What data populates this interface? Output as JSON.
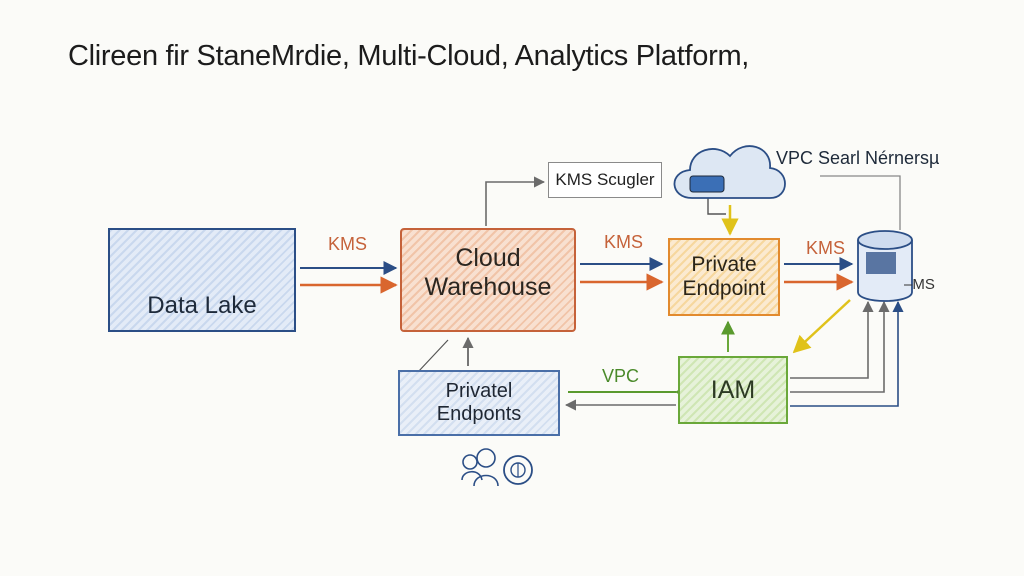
{
  "title": "Clireen fir StaneMrdie, Multi-Cloud, Analytics Platform,",
  "nodes": {
    "data_lake": "Data Lake",
    "cloud_warehouse": "Cloud\nWarehouse",
    "private_endpoint": "Private\nEndpoint",
    "iam": "IAM",
    "private_endpoints": "Privatel\nEndponts",
    "kms_scheduler": "KMS Scugler"
  },
  "edge_labels": {
    "kms_lake_warehouse": "KMS",
    "kms_warehouse_endpoint": "KMS",
    "kms_endpoint_db": "KMS",
    "vpc": "VPC",
    "vpc_network": "VPC Searl Nérnersµ",
    "ms": "–MS"
  },
  "colors": {
    "blue": "#2b4e86",
    "orange": "#c5623a",
    "amber": "#e28a2e",
    "green": "#6aa83a",
    "yellow": "#e6c81e",
    "gray": "#7a7a7a"
  },
  "icons": [
    "data-lake-icon",
    "cloud-icon",
    "database-icon",
    "key-icon",
    "team-icon",
    "shield-icon"
  ]
}
